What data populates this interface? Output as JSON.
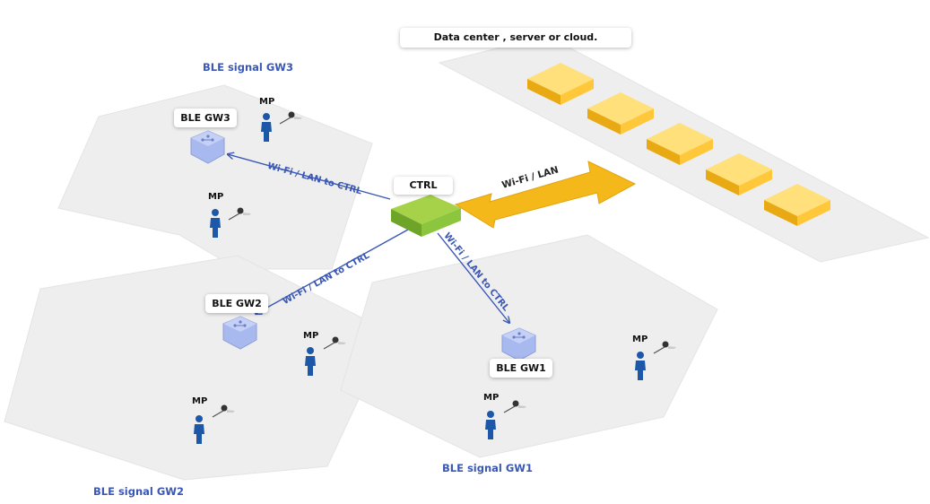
{
  "datacenter_label": "Data center , server or cloud.",
  "ctrl_label": "CTRL",
  "gateways": {
    "gw1": "BLE GW1",
    "gw2": "BLE GW2",
    "gw3": "BLE GW3"
  },
  "zones": {
    "gw1": "BLE signal GW1",
    "gw2": "BLE signal GW2",
    "gw3": "BLE signal GW3"
  },
  "links": {
    "gw3": "Wi-Fi / LAN to CTRL",
    "gw2": "Wi-Fi / LAN to CTRL",
    "gw1": "Wi-Fi / LAN to CTRL",
    "cloud": "Wi-Fi / LAN"
  },
  "mp_label": "MP",
  "colors": {
    "zone_fill": "#eeeeee",
    "link_blue": "#3a57b4",
    "server_yellow": "#ffc83a",
    "ctrl_green": "#8cc63f",
    "arrow_orange": "#f5b81a",
    "gateway_blue": "#a8b9ef",
    "person_blue": "#1d58a8"
  }
}
